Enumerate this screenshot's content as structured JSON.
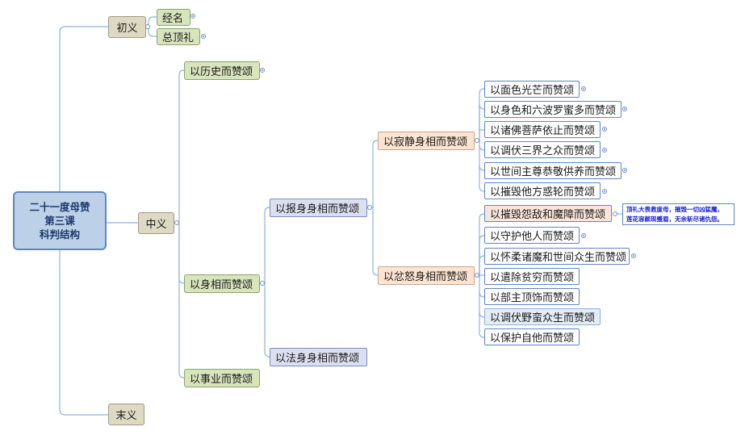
{
  "root": {
    "line1": "二十一度母赞",
    "line2": "第三课",
    "line3": "科判结构"
  },
  "level1": {
    "chuyi": "初义",
    "zhongyi": "中义",
    "moyi": "末义"
  },
  "chuyi_children": {
    "jingming": "经名",
    "zongdingli": "总顶礼"
  },
  "zhongyi_children": {
    "lishi": "以历史而赞颂",
    "shenxiang": "以身相而赞颂",
    "shiye": "以事业而赞颂"
  },
  "shenxiang_children": {
    "baoshen": "以报身身相而赞颂",
    "fashen": "以法身身相而赞颂"
  },
  "baoshen_children": {
    "jijing": "以寂静身相而赞颂",
    "fennu": "以忿怒身相而赞颂"
  },
  "jijing_items": [
    "以面色光芒而赞颂",
    "以身色和六波罗蜜多而赞颂",
    "以诸佛菩萨依止而赞颂",
    "以调伏三界之众而赞颂",
    "以世间主尊恭敬供养而赞颂",
    "以摧毁他方惑轮而赞颂"
  ],
  "fennu_items": [
    "以摧毁怨敌和魔障而赞颂",
    "以守护他人而赞颂",
    "以怀柔诸魔和世间众生而赞颂",
    "以遣除贫穷而赞颂",
    "以部主顶饰而赞颂",
    "以调伏野蛮众生而赞颂",
    "以保护自他而赞颂"
  ],
  "note": {
    "line1": "顶礼大畏救度母，摧毁一切凶猛魔，",
    "line2": "莲花容颜现蹙眉，无余斩尽诸仇怨。"
  }
}
